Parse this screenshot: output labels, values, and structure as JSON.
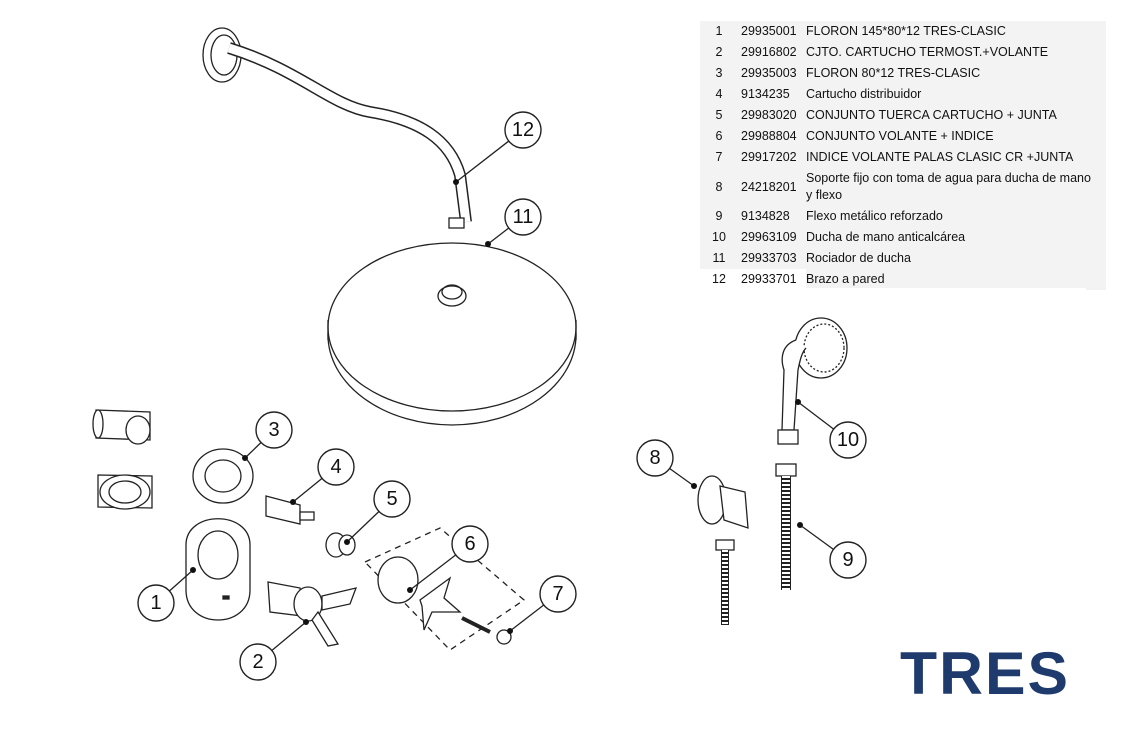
{
  "parts": [
    {
      "idx": "1",
      "code": "29935001",
      "desc": "FLORON 145*80*12 TRES-CLASIC"
    },
    {
      "idx": "2",
      "code": "29916802",
      "desc": "CJTO. CARTUCHO TERMOST.+VOLANTE"
    },
    {
      "idx": "3",
      "code": "29935003",
      "desc": "FLORON 80*12 TRES-CLASIC"
    },
    {
      "idx": "4",
      "code": "9134235",
      "desc": "Cartucho distribuidor"
    },
    {
      "idx": "5",
      "code": "29983020",
      "desc": "CONJUNTO TUERCA CARTUCHO + JUNTA"
    },
    {
      "idx": "6",
      "code": "29988804",
      "desc": "CONJUNTO VOLANTE + INDICE"
    },
    {
      "idx": "7",
      "code": "29917202",
      "desc": "INDICE VOLANTE PALAS CLASIC CR +JUNTA"
    },
    {
      "idx": "8",
      "code": "24218201",
      "desc": "Soporte fijo con toma de agua para ducha de mano y flexo"
    },
    {
      "idx": "9",
      "code": "9134828",
      "desc": "Flexo metálico reforzado"
    },
    {
      "idx": "10",
      "code": "29963109",
      "desc": "Ducha de mano anticalcárea"
    },
    {
      "idx": "11",
      "code": "29933703",
      "desc": "Rociador de ducha"
    },
    {
      "idx": "12",
      "code": "29933701",
      "desc": "Brazo a pared"
    }
  ],
  "callouts": [
    "1",
    "2",
    "3",
    "4",
    "5",
    "6",
    "7",
    "8",
    "9",
    "10",
    "11",
    "12"
  ],
  "brand": {
    "name": "TRES",
    "color": "#1f3b6e"
  }
}
